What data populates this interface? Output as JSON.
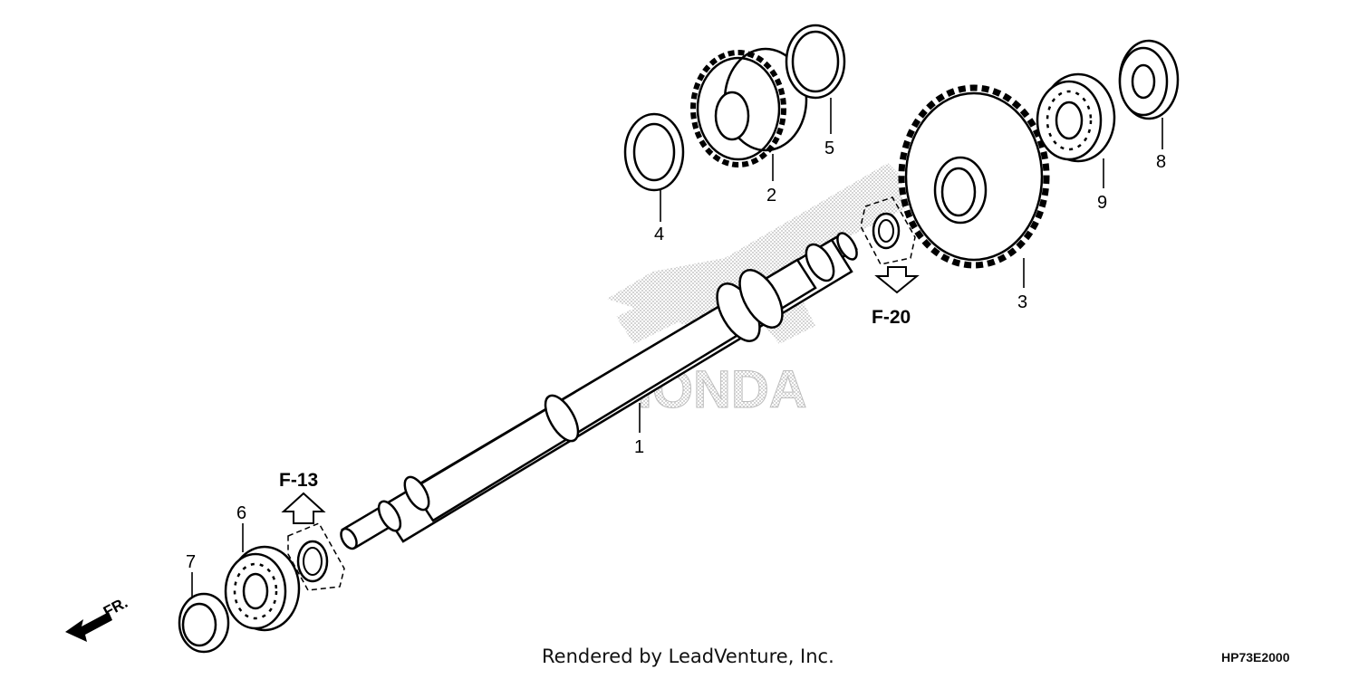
{
  "diagram": {
    "watermark": "HONDA",
    "callouts": [
      {
        "id": "part-1",
        "label": "1"
      },
      {
        "id": "part-2",
        "label": "2"
      },
      {
        "id": "part-3",
        "label": "3"
      },
      {
        "id": "part-4",
        "label": "4"
      },
      {
        "id": "part-5",
        "label": "5"
      },
      {
        "id": "part-6",
        "label": "6"
      },
      {
        "id": "part-7",
        "label": "7"
      },
      {
        "id": "part-8",
        "label": "8"
      },
      {
        "id": "part-9",
        "label": "9"
      }
    ],
    "references": {
      "f13": "F-13",
      "f20": "F-20"
    },
    "direction_label": "FR.",
    "footer": {
      "credit": "Rendered by LeadVenture, Inc.",
      "diagram_code": "HP73E2000"
    },
    "colors": {
      "line": "#000000",
      "watermark": "#c9c9c9",
      "background": "#ffffff"
    }
  }
}
